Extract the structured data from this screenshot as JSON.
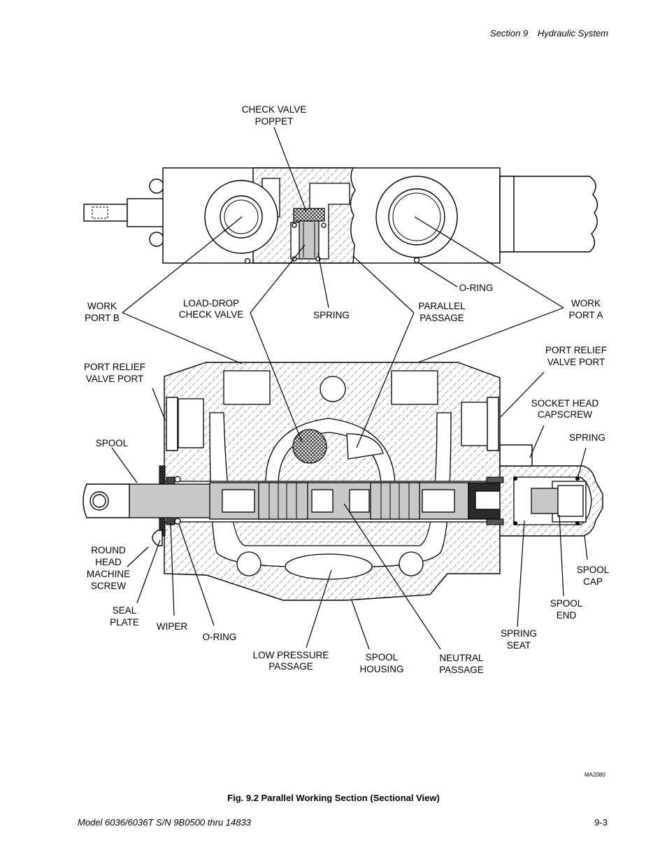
{
  "header": {
    "section": "Section 9",
    "title": "Hydraulic System"
  },
  "labels": {
    "check_valve_poppet": [
      "CHECK VALVE",
      "POPPET"
    ],
    "work_port_b": [
      "WORK",
      "PORT B"
    ],
    "load_drop_check_valve": [
      "LOAD-DROP",
      "CHECK VALVE"
    ],
    "spring_top": [
      "SPRING"
    ],
    "parallel_passage": [
      "PARALLEL",
      "PASSAGE"
    ],
    "o_ring_top": [
      "O-RING"
    ],
    "work_port_a": [
      "WORK",
      "PORT A"
    ],
    "port_relief_left": [
      "PORT RELIEF",
      "VALVE PORT"
    ],
    "port_relief_right": [
      "PORT RELIEF",
      "VALVE PORT"
    ],
    "socket_head_capscrew": [
      "SOCKET HEAD",
      "CAPSCREW"
    ],
    "spring_right": [
      "SPRING"
    ],
    "spool": [
      "SPOOL"
    ],
    "round_head_machine_screw": [
      "ROUND",
      "HEAD",
      "MACHINE",
      "SCREW"
    ],
    "seal_plate": [
      "SEAL",
      "PLATE"
    ],
    "wiper": [
      "WIPER"
    ],
    "o_ring_bottom": [
      "O-RING"
    ],
    "low_pressure_passage": [
      "LOW PRESSURE",
      "PASSAGE"
    ],
    "spool_housing": [
      "SPOOL",
      "HOUSING"
    ],
    "neutral_passage": [
      "NEUTRAL",
      "PASSAGE"
    ],
    "spring_seat": [
      "SPRING",
      "SEAT"
    ],
    "spool_end": [
      "SPOOL",
      "END"
    ],
    "spool_cap": [
      "SPOOL",
      "CAP"
    ]
  },
  "drawing_code": "MA2080",
  "caption": "Fig. 9.2 Parallel Working Section (Sectional View)",
  "footer": {
    "model": "Model 6036/6036T S/N 9B0500 thru 14833",
    "page": "9-3"
  }
}
